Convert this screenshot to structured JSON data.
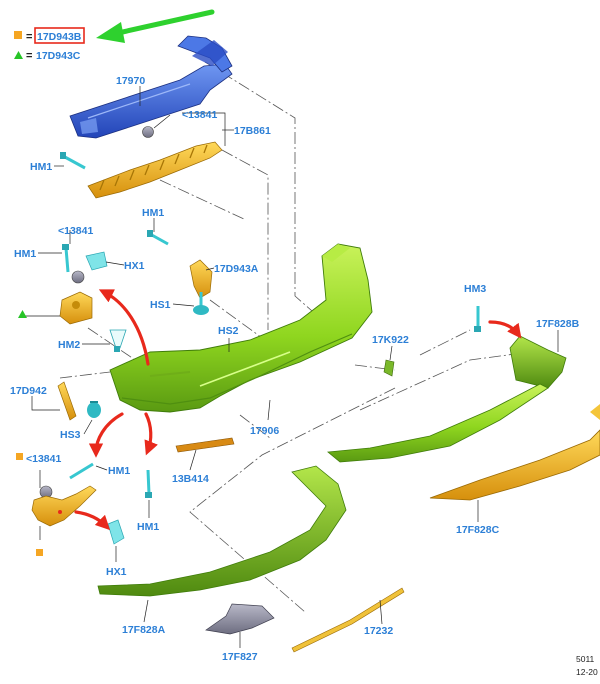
{
  "legend": {
    "square_symbol": "square-icon",
    "triangle_symbol": "triangle-icon",
    "equals": "=",
    "square_code": "17D943B",
    "triangle_code": "17D943C",
    "highlight_color": "#e8291c",
    "arrow_color": "#2ed12e"
  },
  "parts": {
    "p17970": "17970",
    "p13841_top": "<13841",
    "p17B861": "17B861",
    "hm1_top": "HM1",
    "hm1_mid": "HM1",
    "p17D943A": "17D943A",
    "hs1": "HS1",
    "hs2": "HS2",
    "hm1_left": "HM1",
    "p13841_left": "<13841",
    "hx1_left": "HX1",
    "hm2": "HM2",
    "p17D942": "17D942",
    "hs3": "HS3",
    "p13841_low": "<13841",
    "hm1_low": "HM1",
    "hm1_bottom": "HM1",
    "hx1_bottom": "HX1",
    "p13B414": "13B414",
    "p17906": "17906",
    "p17K922": "17K922",
    "hm3": "HM3",
    "p17F828B": "17F828B",
    "p17F828C": "17F828C",
    "p17F828A": "17F828A",
    "p17F827": "17F827",
    "p17232": "17232"
  },
  "footer": {
    "code_line1": "5011",
    "code_line2": "12-20"
  },
  "colors": {
    "label_blue": "#2c7fd6",
    "bumper_green": "#9ee02a",
    "beam_blue": "#3e6fe0",
    "bracket_orange": "#f0b81c",
    "clip_cyan": "#38d0d8",
    "red_arrow": "#e8291c"
  }
}
